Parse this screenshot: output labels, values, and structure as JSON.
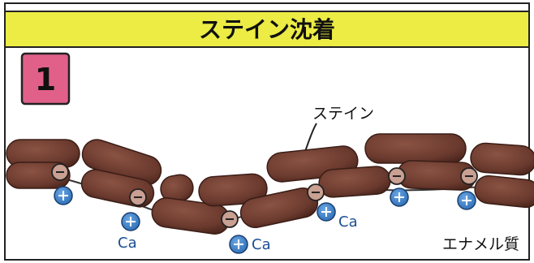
{
  "header": {
    "title": "ステイン沈着"
  },
  "panel": {
    "number": "1"
  },
  "labels": {
    "stain": "ステイン",
    "enamel": "エナメル質",
    "calcium": [
      "Ca",
      "Ca",
      "Ca"
    ]
  },
  "colors": {
    "title_band": "#ecec45",
    "number_box": "#e0608a",
    "stain": "#6b3a2e",
    "calcium_ion": "#2e6fb6"
  }
}
